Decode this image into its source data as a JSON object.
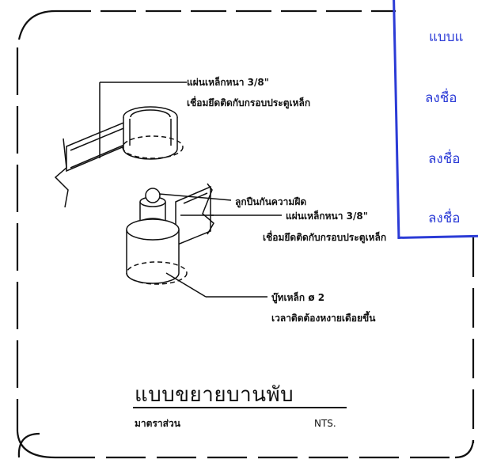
{
  "labels": {
    "plate_top_1": "แผ่นเหล็กหนา 3/8\"",
    "plate_top_2": "เชื่อมยึดติดกับกรอบประตูเหล็ก",
    "ball": "ลูกปืนกันความฝืด",
    "plate_bottom_1": "แผ่นเหล็กหนา 3/8\"",
    "plate_bottom_2": "เชื่อมยึดติดกับกรอบประตูเหล็ก",
    "bush_1": "บู๊ทเหล็ก ø 2",
    "bush_2": "เวลาติดต้องหงายเดือยขึ้น"
  },
  "title": "แบบขยายบานพับ",
  "scale_label": "มาตราส่วน",
  "scale_value": "NTS.",
  "stamp": {
    "line1": "แบบแ",
    "line2": "ลงชื่อ",
    "line3": "ลงชื่อ",
    "line4": "ลงชื่อ",
    "color": "#2b3bd6"
  }
}
